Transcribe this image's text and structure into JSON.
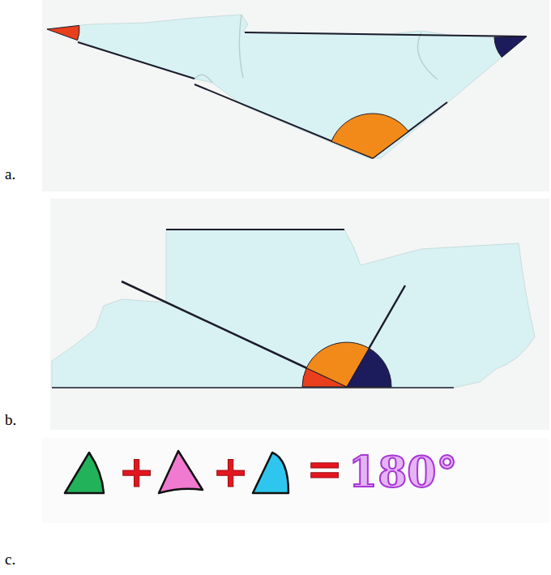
{
  "diagram": {
    "labels": [
      "a.",
      "b.",
      "c.",
      "+",
      "+",
      "=",
      "180°"
    ]
  }
}
